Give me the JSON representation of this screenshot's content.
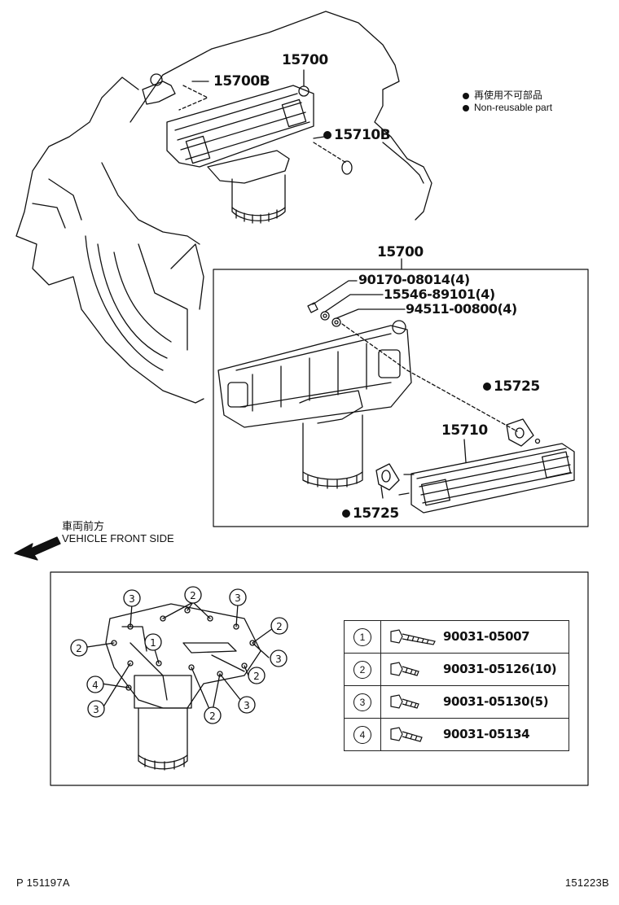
{
  "legend": {
    "jp": "再使用不可部品",
    "en": "Non-reusable part"
  },
  "callouts": {
    "top_15700": "15700",
    "top_15700B": "15700B",
    "top_15710B": "15710B",
    "box_15700": "15700",
    "p1": "90170-08014(4)",
    "p2": "15546-89101(4)",
    "p3": "94511-00800(4)",
    "g1": "15725",
    "c15710": "15710",
    "g2": "15725"
  },
  "direction": {
    "jp": "車両前方",
    "en": "VEHICLE FRONT SIDE"
  },
  "bolt_diagram": {
    "circle_labels": [
      "1",
      "2",
      "3",
      "4"
    ]
  },
  "bolt_table": [
    {
      "num": "1",
      "part": "90031-05007"
    },
    {
      "num": "2",
      "part": "90031-05126(10)"
    },
    {
      "num": "3",
      "part": "90031-05130(5)"
    },
    {
      "num": "4",
      "part": "90031-05134"
    }
  ],
  "footer": {
    "left": "P  151197A",
    "right": "151223B"
  }
}
